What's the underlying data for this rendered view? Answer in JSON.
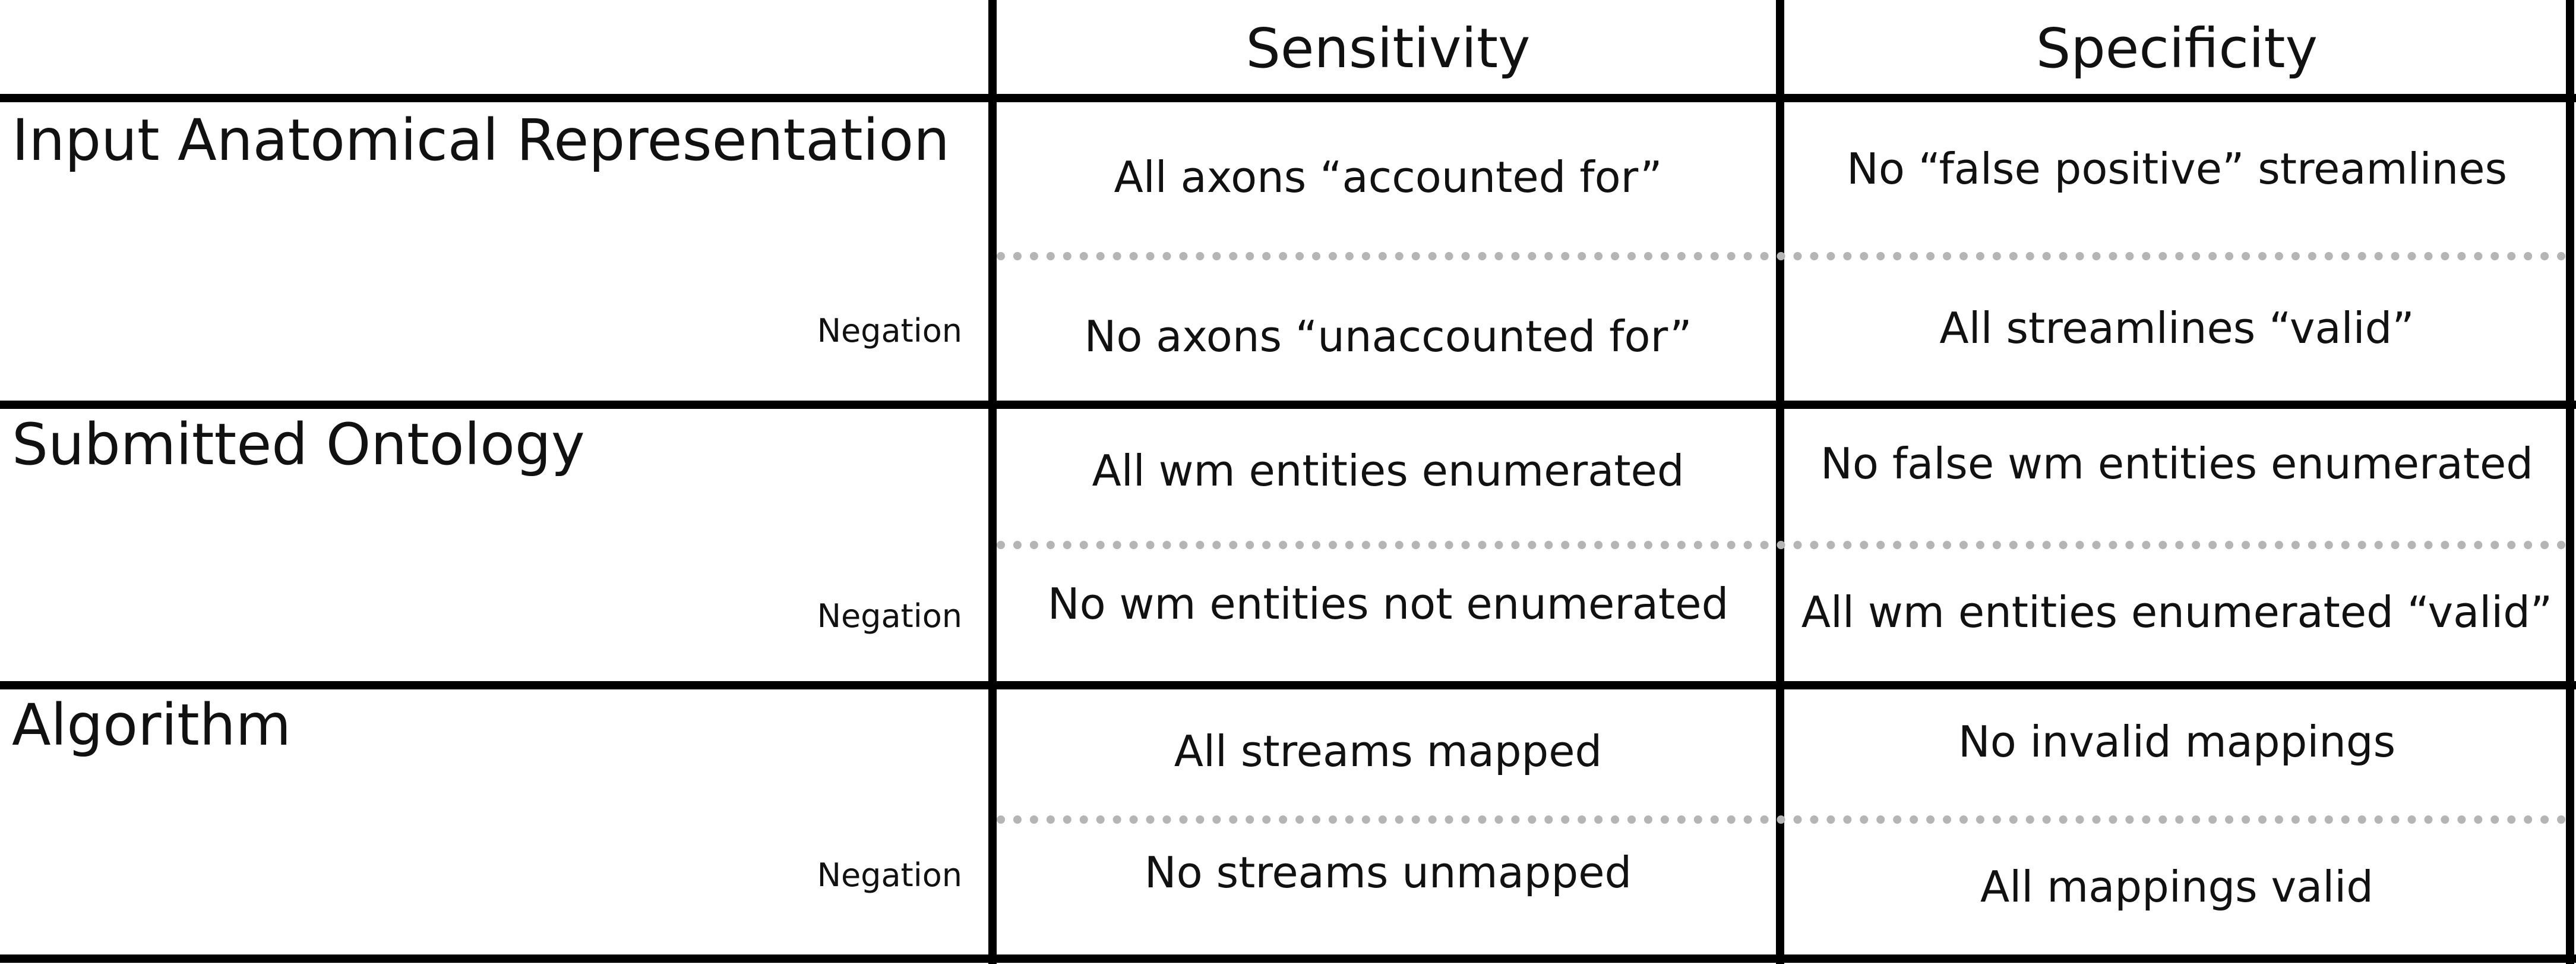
{
  "header": {
    "columns": [
      "Sensitivity",
      "Specificity"
    ]
  },
  "rows": [
    {
      "label": "Input Anatomical Representation",
      "negation_label": "Negation",
      "sensitivity": "All axons “accounted for”",
      "sensitivity_negation": "No axons “unaccounted for”",
      "specificity": "No “false positive” streamlines",
      "specificity_negation": "All streamlines “valid”"
    },
    {
      "label": "Submitted Ontology",
      "negation_label": "Negation",
      "sensitivity": "All wm entities enumerated",
      "sensitivity_negation": "No wm entities not enumerated",
      "specificity": "No false wm entities enumerated",
      "specificity_negation": "All  wm entities enumerated “valid”"
    },
    {
      "label": "Algorithm",
      "negation_label": "Negation",
      "sensitivity": "All streams mapped",
      "sensitivity_negation": "No streams unmapped",
      "specificity": "No invalid mappings",
      "specificity_negation": "All mappings valid"
    }
  ]
}
